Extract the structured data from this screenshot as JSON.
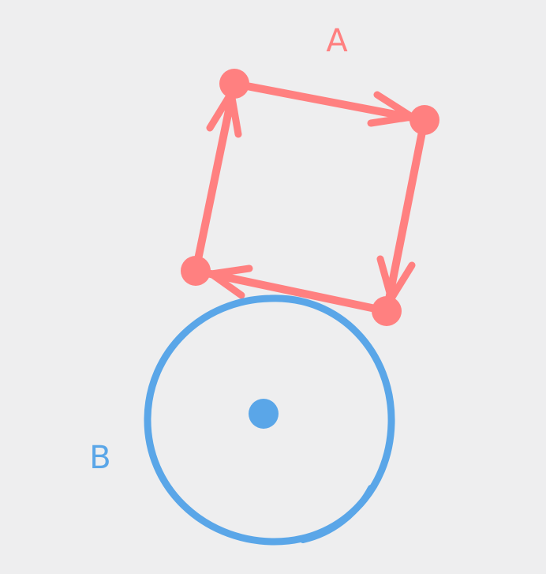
{
  "shapes": [
    {
      "id": "A",
      "kind": "square",
      "label": "A",
      "color": "#ff8080",
      "vertices": 4,
      "edges": 4,
      "directed_edges": true
    },
    {
      "id": "B",
      "kind": "circle",
      "label": "B",
      "color": "#5aa6e8",
      "center_point": true
    }
  ],
  "colors": {
    "background": "#eeeeef",
    "shape_a": "#ff8080",
    "shape_b": "#5aa6e8"
  }
}
